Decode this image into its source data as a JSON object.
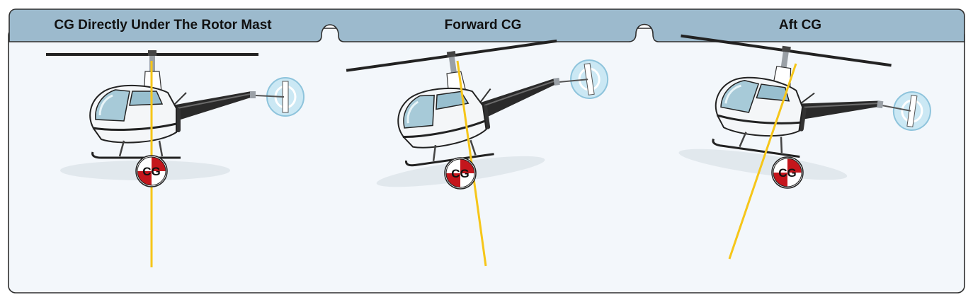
{
  "panels": [
    {
      "title": "CG Directly Under The Rotor Mast",
      "cg_label": "CG"
    },
    {
      "title": "Forward CG",
      "cg_label": "CG"
    },
    {
      "title": "Aft CG",
      "cg_label": "CG"
    }
  ],
  "colors": {
    "panel_header": "#9cbacd",
    "panel_body": "#f3f7fb",
    "cg_line": "#f6c619",
    "cg_red": "#c4161c"
  }
}
